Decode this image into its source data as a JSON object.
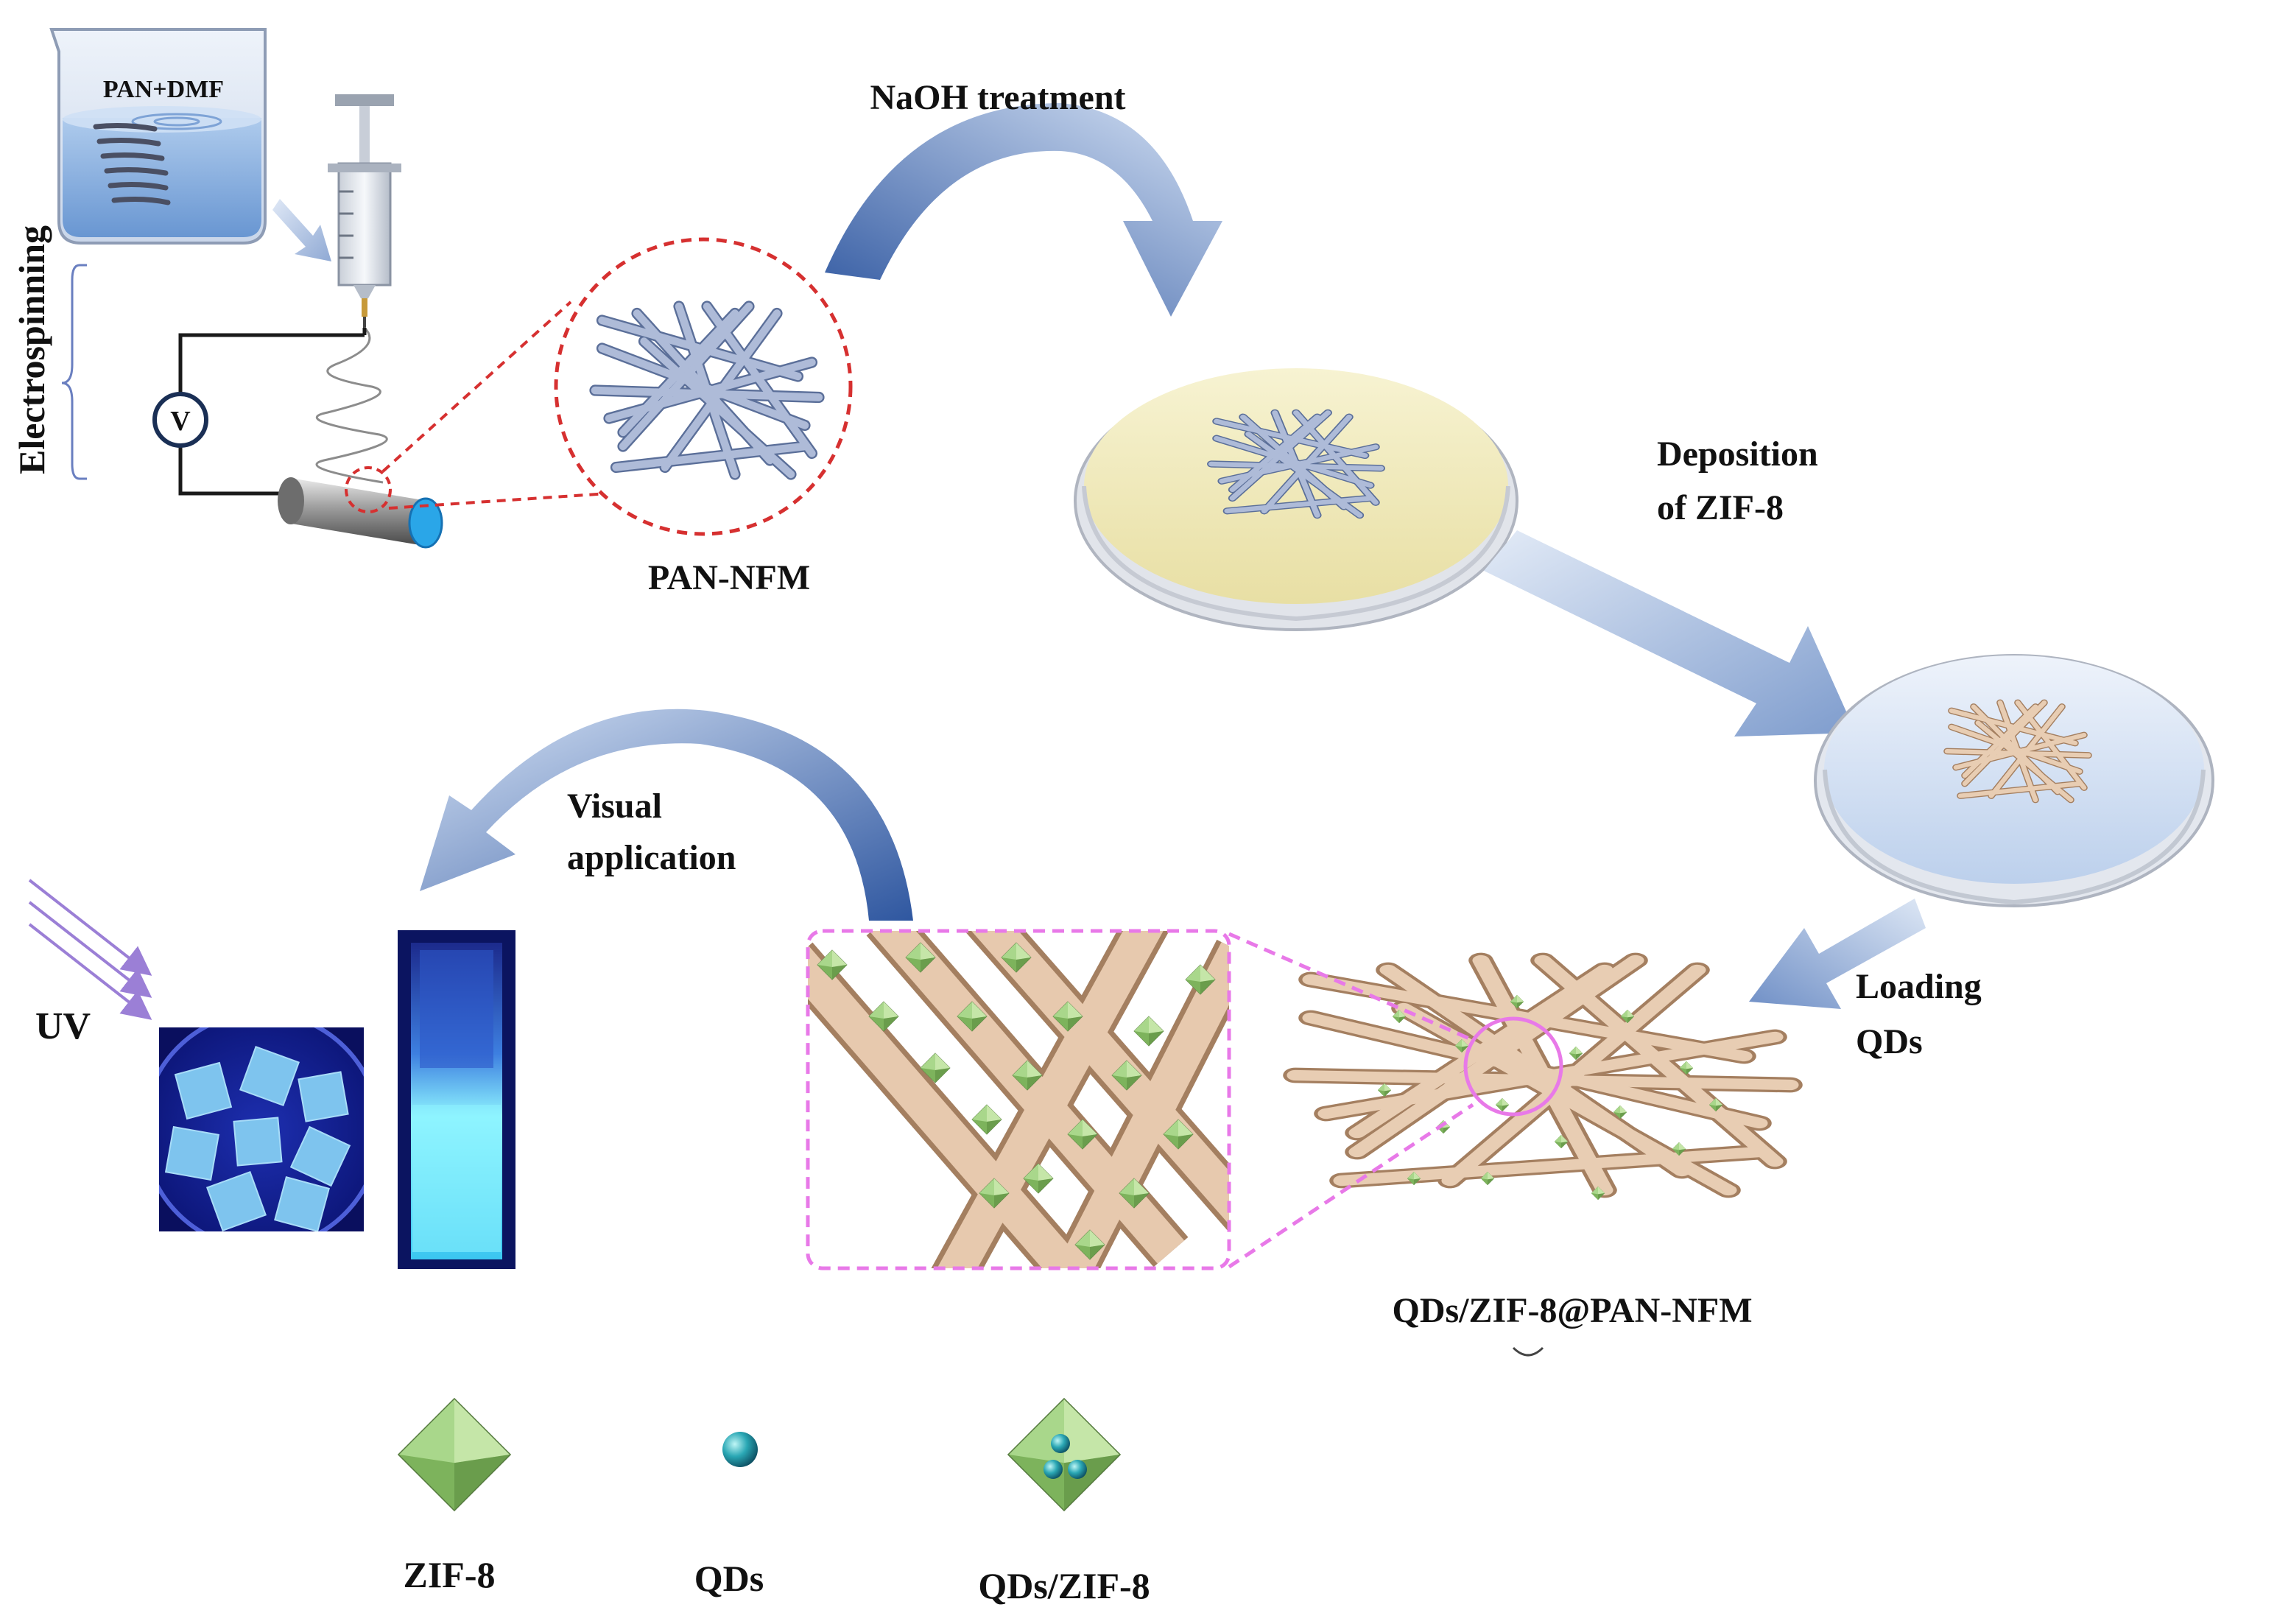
{
  "labels": {
    "pan_dmf": "PAN+DMF",
    "electrospinning": "Electrospinning",
    "voltmeter": "V",
    "pan_nfm": "PAN-NFM",
    "naoh": "NaOH treatment",
    "deposition_line1": "Deposition",
    "deposition_line2": "of ZIF-8",
    "loading_line1": "Loading",
    "loading_line2": "QDs",
    "product": "QDs/ZIF-8@PAN-NFM",
    "visual_line1": "Visual",
    "visual_line2": "application",
    "uv": "UV"
  },
  "legend": [
    {
      "label": "ZIF-8",
      "icon": "zif8-octahedron-icon"
    },
    {
      "label": "QDs",
      "icon": "qd-sphere-icon"
    },
    {
      "label": "QDs/ZIF-8",
      "icon": "qd-zif8-composite-icon"
    }
  ],
  "colors": {
    "arrow_blue_dark": "#3e64a8",
    "arrow_blue_light": "#c9d8ef",
    "fiber_gray": "#8fa2c6",
    "fiber_tan": "#dcb698",
    "zif_green": "#8cc66b",
    "zoom_pink": "#e879e8",
    "zoom_red": "#d63030",
    "uv_violet": "#9b7fd6",
    "glow_cyan": "#6fe8ff"
  }
}
